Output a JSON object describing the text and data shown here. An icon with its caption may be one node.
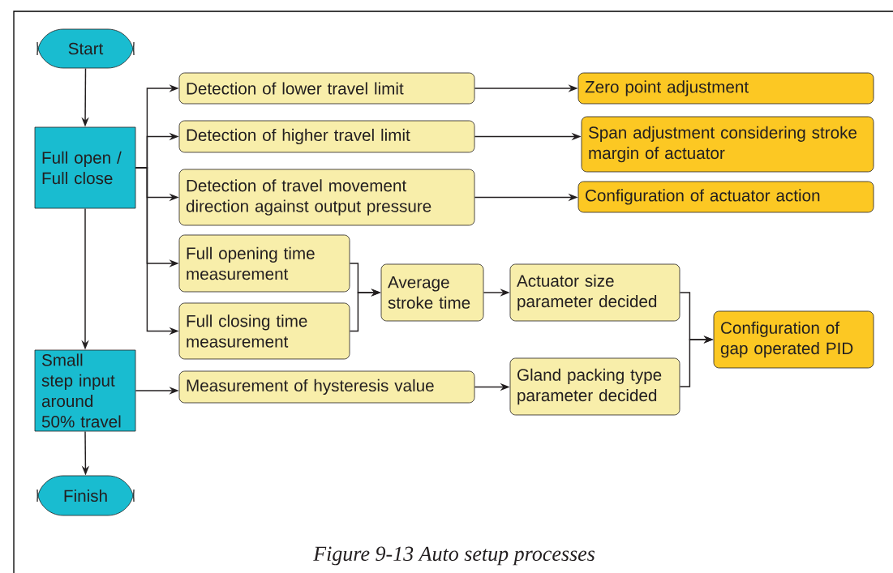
{
  "diagram": {
    "caption": "Figure 9-13  Auto setup processes",
    "nodes": [
      {
        "text": [
          "Start"
        ]
      },
      {
        "text": [
          "Full open / Full close"
        ]
      },
      {
        "text": [
          "Small step input around 50% travel"
        ]
      },
      {
        "text": [
          "Finish"
        ]
      },
      {
        "text": [
          "Detection of lower travel limit"
        ]
      },
      {
        "text": [
          "Detection of higher travel limit"
        ]
      },
      {
        "text": [
          "Detection of travel movement direction against output pressure"
        ]
      },
      {
        "text": [
          "Full opening time measurement"
        ]
      },
      {
        "text": [
          "Full closing time measurement"
        ]
      },
      {
        "text": [
          "Measurement of hysteresis value"
        ]
      },
      {
        "text": [
          "Zero point adjustment"
        ]
      },
      {
        "text": [
          "Span adjustment considering stroke margin of actuator"
        ]
      },
      {
        "text": [
          "Configuration of actuator action"
        ]
      },
      {
        "text": [
          "Average stroke time"
        ]
      },
      {
        "text": [
          "Actuator size parameter decided"
        ]
      },
      {
        "text": [
          "Gland packing type parameter decided"
        ]
      },
      {
        "text": [
          "Configuration of gap operated PID"
        ]
      }
    ],
    "edges": [
      {
        "from": 0,
        "to": 1,
        "arrow": "to"
      },
      {
        "from": 1,
        "to": 2,
        "arrow": "to"
      },
      {
        "from": 2,
        "to": 3,
        "arrow": "to"
      },
      {
        "from": 1,
        "to": 4,
        "arrow": "to"
      },
      {
        "from": 1,
        "to": 5,
        "arrow": "to"
      },
      {
        "from": 1,
        "to": 6,
        "arrow": "to"
      },
      {
        "from": 1,
        "to": 7,
        "arrow": "to"
      },
      {
        "from": 1,
        "to": 8,
        "arrow": "to"
      },
      {
        "from": 4,
        "to": 10,
        "arrow": "to"
      },
      {
        "from": 5,
        "to": 11,
        "arrow": "to"
      },
      {
        "from": 6,
        "to": 12,
        "arrow": "to"
      },
      {
        "from": 7,
        "to": 13,
        "arrow": "to"
      },
      {
        "from": 8,
        "to": 13,
        "arrow": "to"
      },
      {
        "from": 13,
        "to": 14,
        "arrow": "to"
      },
      {
        "from": 2,
        "to": 9,
        "arrow": "to"
      },
      {
        "from": 9,
        "to": 15,
        "arrow": "to"
      },
      {
        "from": 14,
        "to": 16,
        "arrow": "to"
      },
      {
        "from": 15,
        "to": 16,
        "arrow": "to"
      }
    ]
  }
}
